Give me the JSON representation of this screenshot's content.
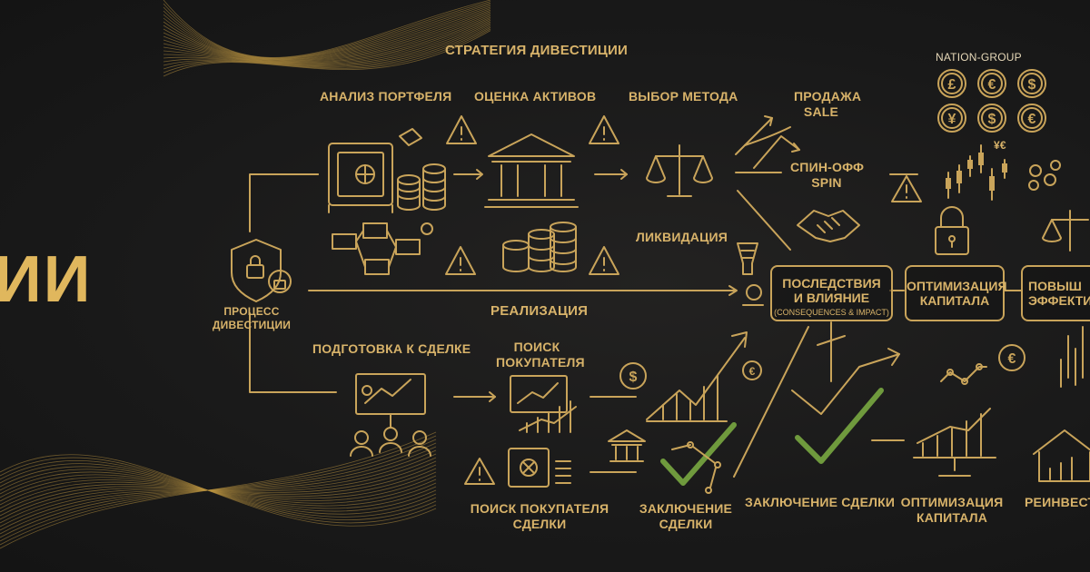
{
  "brand": "NATION-GROUP",
  "left_fragment": "ИИ",
  "section_top": "СТРАТЕГИЯ ДИВЕСТИЦИИ",
  "section_mid": "РЕАЛИЗАЦИЯ",
  "process": {
    "line1": "ПРОЦЕСС",
    "line2": "ДИВЕСТИЦИИ"
  },
  "strategy_steps": [
    "АНАЛИЗ ПОРТФЕЛЯ",
    "ОЦЕНКА АКТИВОВ",
    "ВЫБОР МЕТОДА"
  ],
  "methods": {
    "sale_line1": "ПРОДАЖА",
    "sale_line2": "SALE",
    "spin_line1": "СПИН-ОФФ",
    "spin_line2": "SPIN",
    "liquidation": "ЛИКВИДАЦИЯ"
  },
  "impact_box": {
    "line1": "ПОСЛЕДСТВИЯ",
    "line2": "И ВЛИЯНИЕ",
    "sub": "(CONSEQUENCES & IMPACT)"
  },
  "capital_box": {
    "line1": "ОПТИМИЗАЦИЯ",
    "line2": "КАПИТАЛА"
  },
  "efficiency_box": {
    "line1": "ПОВЫШ",
    "line2": "ЭФФЕКТИВ"
  },
  "impl_steps": {
    "prep": "ПОДГОТОВКА К СДЕЛКЕ",
    "search_line1": "ПОИСК",
    "search_line2": "ПОКУПАТЕЛЯ",
    "search_deal_line1": "ПОИСК ПОКУПАТЕЛЯ",
    "search_deal_line2": "СДЕЛКИ",
    "close1_line1": "ЗАКЛЮЧЕНИЕ",
    "close1_line2": "СДЕЛКИ",
    "close2": "ЗАКЛЮЧЕНИЕ СДЕЛКИ",
    "optim_line1": "ОПТИМИЗАЦИЯ",
    "optim_line2": "КАПИТАЛА",
    "reinvest": "РЕИНВЕСТ"
  },
  "currency_icons": [
    "pound-icon",
    "euro-icon",
    "dollar-icon",
    "yen-icon",
    "dollar-icon",
    "euro-icon"
  ],
  "currency_glyphs": [
    "£",
    "€",
    "$",
    "¥",
    "$",
    "€"
  ],
  "colors": {
    "background": "#1a1a1a",
    "gold": "#c9a45a",
    "check_green": "#5a8a3a"
  }
}
